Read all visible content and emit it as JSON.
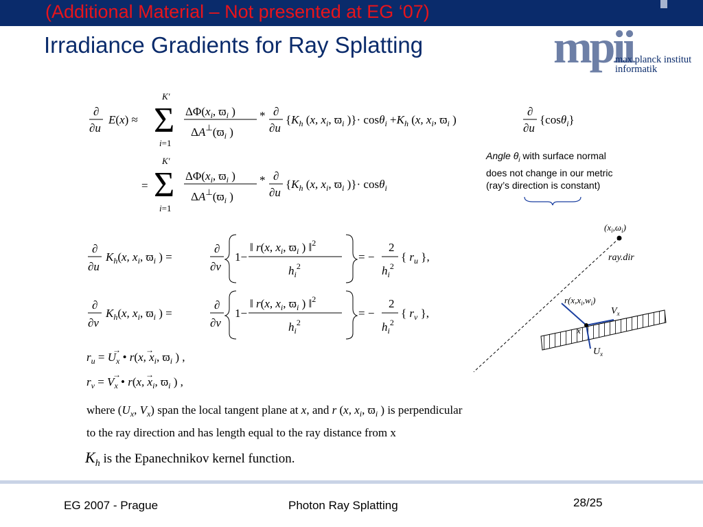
{
  "slide": {
    "subtitle": "(Additional Material – Not  presented at EG ‘07)",
    "title": "Irradiance Gradients for Ray Splatting"
  },
  "logo": {
    "mark": "mpii",
    "line1": "max planck institut",
    "line2": "informatik"
  },
  "equations": {
    "eq1_lhs": "∂/∂u E(x) ≈",
    "eq1_rhs": "Σ_{i=1}^{K'} ΔΦ(x_i, ϖ_i) / ΔA^⊥(ϖ_i) * ∂/∂u {K_h(x, x_i, ϖ_i)}·cosθ_i + K_h(x, x_i, ϖ_i) ∂/∂u {cosθ_i}",
    "eq2": "= Σ_{i=1}^{K'} ΔΦ(x_i, ϖ_i) / ΔA^⊥(ϖ_i) * ∂/∂u {K_h(x, x_i, ϖ_i)}·cosθ_i",
    "eq3": "∂/∂u K_h(x, x_i, ϖ_i) = ∂/∂v {1 − ‖r(x, x_i, ϖ_i)‖² / h_i²} = − 2/h_i² {r_u},",
    "eq4": "∂/∂v K_h(x, x_i, ϖ_i) = ∂/∂v {1 − ‖r(x, x_i, ϖ_i)‖² / h_i²} = − 2/h_i² {r_v},",
    "eq5": "r_u = U_x • r(x, x_i, ϖ_i) ,",
    "eq6": "r_v = V_x • r(x, x_i, ϖ_i) ,"
  },
  "note": {
    "angle_word": "Angle θ",
    "angle_sub": "i",
    "line1_rest": " with surface normal",
    "line2": "does not change in our metric",
    "line3": "(ray’s direction is constant)"
  },
  "text": {
    "where_line": "where  (U_x, V_x)  span the local tangent plane at x,  and  r(x, x_i, ϖ_i)  is perpendicular",
    "ray_line": "to the ray direction and has length equal to the ray distance from x",
    "kh_symbol": "K",
    "kh_sub": "h",
    "kh_line": " is the Epanechnikov kernel function."
  },
  "diagram": {
    "point_label": "(x_i, ω_i)",
    "raydir_label": "ray.dir",
    "r_label": "r(x,x_i,w_i)",
    "v_label": "V_x",
    "x_label": "x",
    "u_label": "U_x"
  },
  "footer": {
    "left": "EG 2007 - Prague",
    "center": "Photon Ray Splatting",
    "right": "28/25"
  }
}
